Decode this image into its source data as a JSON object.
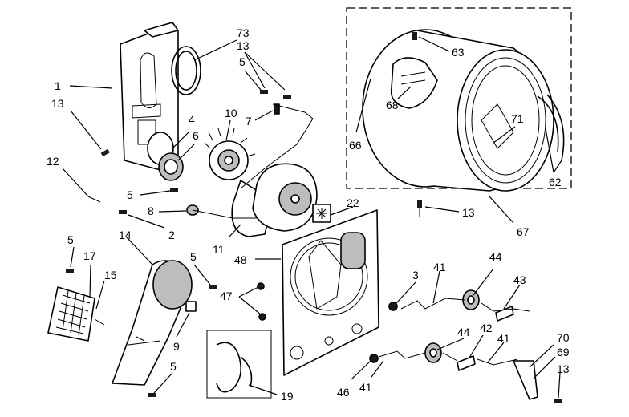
{
  "callouts": {
    "c1": "1",
    "c13a": "13",
    "c73": "73",
    "c13b": "13",
    "c5a": "5",
    "c4": "4",
    "c6": "6",
    "c10": "10",
    "c7": "7",
    "c12": "12",
    "c5b": "5",
    "c8": "8",
    "c2": "2",
    "c11": "11",
    "c22": "22",
    "c63": "63",
    "c68": "68",
    "c66": "66",
    "c71": "71",
    "c62": "62",
    "c13c": "13",
    "c67": "67",
    "c48": "48",
    "c5c": "5",
    "c17": "17",
    "c14": "14",
    "c15": "15",
    "c5d": "5",
    "c47": "47",
    "c9": "9",
    "c5e": "5",
    "c19": "19",
    "c3": "3",
    "c41a": "41",
    "c44a": "44",
    "c43": "43",
    "c44b": "44",
    "c42": "42",
    "c41b": "41",
    "c70": "70",
    "c69": "69",
    "c46": "46",
    "c41c": "41",
    "c13d": "13"
  },
  "icons": {
    "front_panel": "bulkhead-panel-icon",
    "seal": "felt-seal-icon",
    "lamp_socket": "lamp-socket-icon",
    "motor": "drive-motor-icon",
    "blower": "blower-housing-icon",
    "drum": "dryer-drum-icon",
    "rear_bulkhead": "rear-bulkhead-icon",
    "duct": "exhaust-duct-icon",
    "lint_screen": "lint-screen-icon",
    "belt": "drive-belt-icon",
    "idler": "idler-pulley-icon",
    "roller": "drum-roller-icon"
  }
}
